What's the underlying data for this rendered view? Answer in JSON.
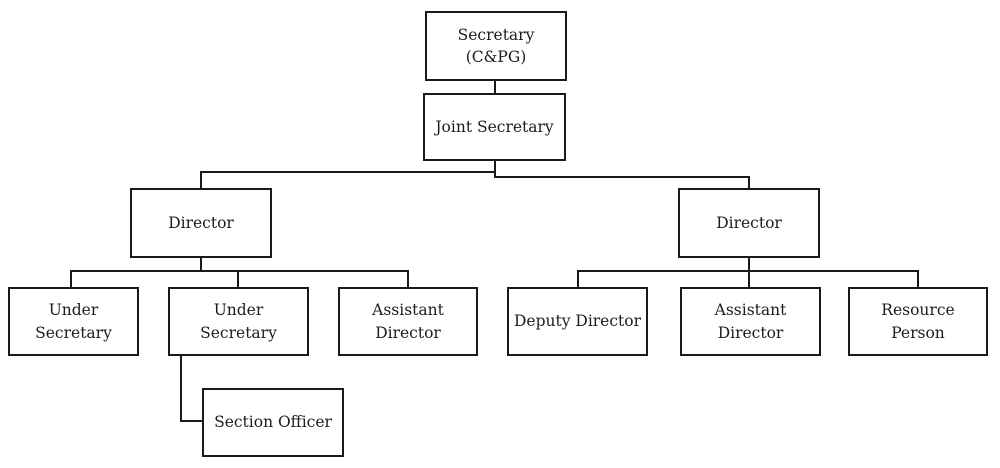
{
  "diagram": {
    "type": "org-chart",
    "description": "Organizational hierarchy chart"
  },
  "nodes": {
    "secretary": {
      "label": "Secretary (C&PG)"
    },
    "joint_secretary": {
      "label": "Joint Secretary"
    },
    "director_left": {
      "label": "Director"
    },
    "director_right": {
      "label": "Director"
    },
    "under_secretary_1": {
      "label": "Under Secretary"
    },
    "under_secretary_2": {
      "label": "Under Secretary"
    },
    "assistant_director_left": {
      "label": "Assistant Director"
    },
    "deputy_director": {
      "label": "Deputy Director"
    },
    "assistant_director_right": {
      "label": "Assistant Director"
    },
    "resource_person": {
      "label": "Resource Person"
    },
    "section_officer": {
      "label": "Section Officer"
    }
  },
  "edges": [
    {
      "from": "secretary",
      "to": "joint_secretary"
    },
    {
      "from": "joint_secretary",
      "to": "director_left"
    },
    {
      "from": "joint_secretary",
      "to": "director_right"
    },
    {
      "from": "director_left",
      "to": "under_secretary_1"
    },
    {
      "from": "director_left",
      "to": "under_secretary_2"
    },
    {
      "from": "director_left",
      "to": "assistant_director_left"
    },
    {
      "from": "director_right",
      "to": "deputy_director"
    },
    {
      "from": "director_right",
      "to": "assistant_director_right"
    },
    {
      "from": "director_right",
      "to": "resource_person"
    },
    {
      "from": "under_secretary_2",
      "to": "section_officer"
    }
  ],
  "colors": {
    "background": "#ffffff",
    "border": "#1a1a1a",
    "text": "#1c1c1c"
  }
}
